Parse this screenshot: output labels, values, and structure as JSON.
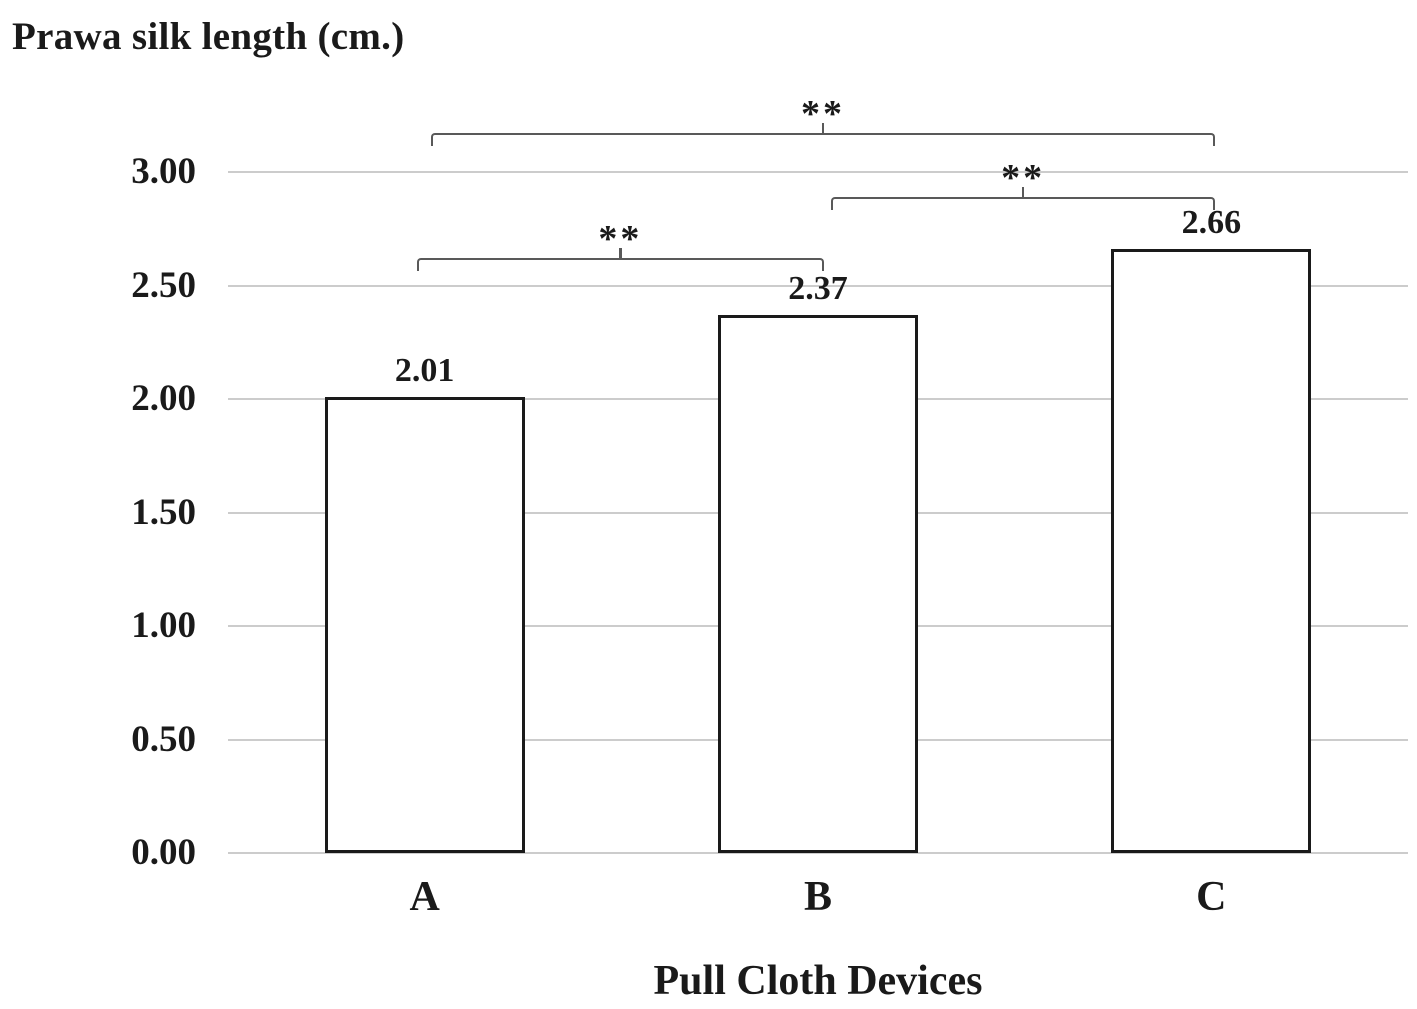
{
  "page": {
    "background": "#ffffff"
  },
  "chart_data": {
    "type": "bar",
    "title": "Prawa silk length (cm.)",
    "xlabel": "Pull Cloth Devices",
    "ylabel": "",
    "categories": [
      "A",
      "B",
      "C"
    ],
    "values": [
      2.01,
      2.37,
      2.66
    ],
    "data_labels": [
      "2.01",
      "2.37",
      "2.66"
    ],
    "ylim": [
      0,
      3
    ],
    "yticks": [
      {
        "value": 3.0,
        "label": "3.00"
      },
      {
        "value": 2.5,
        "label": "2.50"
      },
      {
        "value": 2.0,
        "label": "2.00"
      },
      {
        "value": 1.5,
        "label": "1.50"
      },
      {
        "value": 1.0,
        "label": "1.00"
      },
      {
        "value": 0.5,
        "label": "0.50"
      },
      {
        "value": 0.0,
        "label": "0.00"
      }
    ],
    "grid": true,
    "legend": null,
    "bar_fill": "#ffffff",
    "bar_border_color": "#1a1a1a",
    "gridline_color": "#cccccc",
    "bracket_color": "#595959",
    "text_color": "#1a1a1a",
    "significance_brackets": [
      {
        "from": "A",
        "to": "B",
        "label": "**",
        "y": 2.62
      },
      {
        "from": "B",
        "to": "C",
        "label": "**",
        "y": 2.89
      },
      {
        "from": "A",
        "to": "C",
        "label": "**",
        "y": 3.17
      }
    ]
  }
}
